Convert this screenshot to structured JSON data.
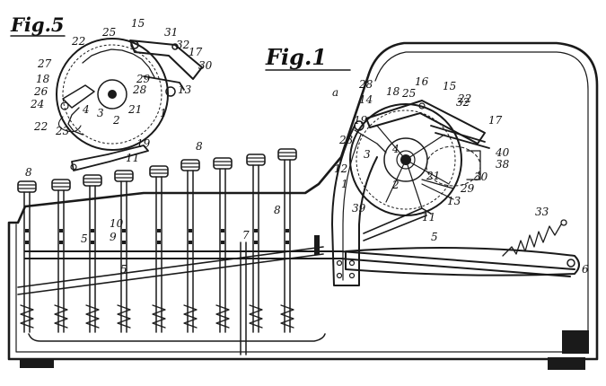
{
  "figures": {
    "fig5_title": "Fig.5",
    "fig1_title": "Fig.1"
  },
  "fig5_labels": [
    "15",
    "31",
    "25",
    "32",
    "17",
    "30",
    "22",
    "27",
    "29",
    "28",
    "13",
    "18",
    "26",
    "24",
    "3",
    "4",
    "2",
    "21",
    "1",
    "22",
    "23",
    "19",
    "11"
  ],
  "fig1_labels": [
    "a",
    "28",
    "16",
    "15",
    "14",
    "18",
    "25",
    "32",
    "22",
    "17",
    "19",
    "23",
    "3",
    "4",
    "40",
    "38",
    "12",
    "1",
    "2",
    "21",
    "30",
    "29",
    "39",
    "13",
    "11",
    "5",
    "33",
    "6",
    "8",
    "8",
    "8",
    "10",
    "9",
    "5",
    "7",
    "5"
  ],
  "colors": {
    "ink": "#1a1a1a",
    "paper": "#ffffff"
  }
}
